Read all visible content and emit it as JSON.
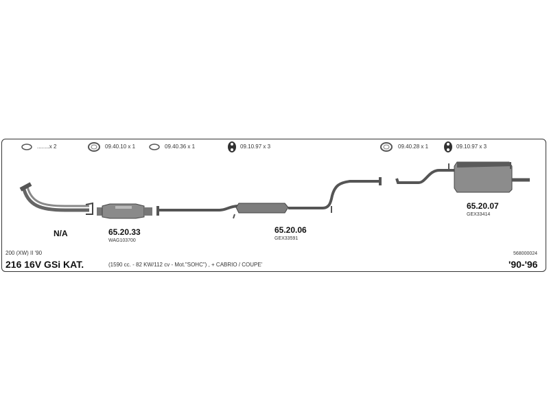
{
  "legend": {
    "gasket_qty": "........x 2",
    "clamp1": "09.40.10 x 1",
    "clamp2": "09.40.36 x 1",
    "hanger1": "09.10.97 x 3",
    "clamp3": "09.40.28 x 1",
    "hanger2": "09.10.97 x 3"
  },
  "parts": {
    "front_pipe": {
      "label": "N/A"
    },
    "catalyst": {
      "number": "65.20.33",
      "code": "WAG103700"
    },
    "middle_section": {
      "number": "65.20.06",
      "code": "GEX33591"
    },
    "rear_silencer": {
      "number": "65.20.07",
      "code": "GEX33414"
    }
  },
  "footer": {
    "model_series": "200 (XW) II '90",
    "catalog_number": "568000024",
    "model": "216 16V GSi KAT.",
    "spec": "(1590 cc. - 82 KW/112 cv - Mot.\"SOHC\") , + CABRIO / COUPE'",
    "years": "'90-'96"
  }
}
